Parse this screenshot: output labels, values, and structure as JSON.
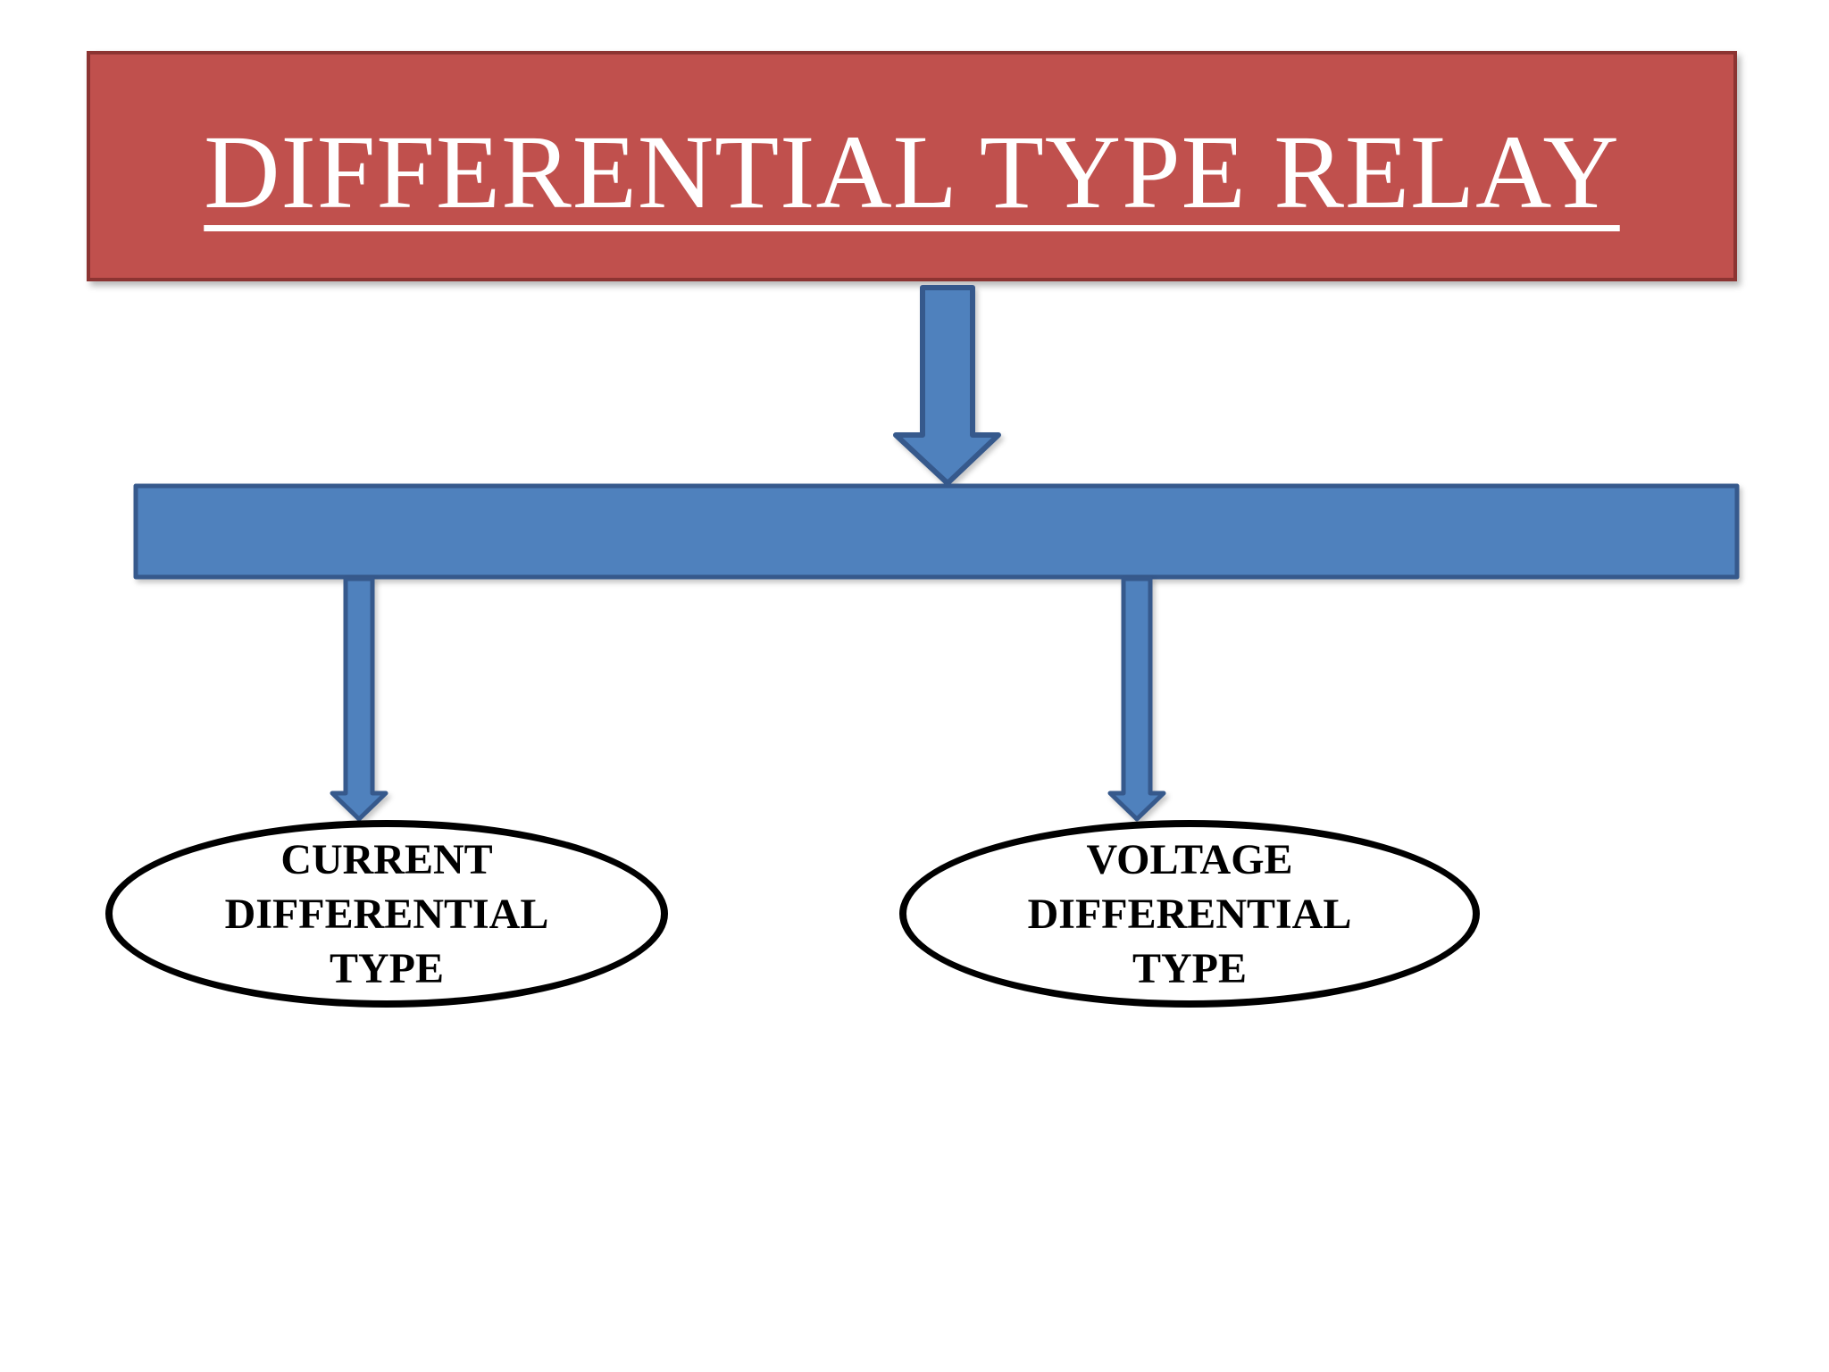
{
  "canvas": {
    "background": "#ffffff"
  },
  "colors": {
    "canvas_bg": "#ffffff",
    "title_box_fill": "#c0504d",
    "title_box_border": "#8c3432",
    "title_text": "#ffffff",
    "connector_fill": "#4f81bd",
    "connector_border": "#36598c",
    "node_fill": "#ffffff",
    "node_border": "#000000",
    "node_text": "#000000"
  },
  "title": {
    "label": "DIFFERENTIAL TYPE RELAY"
  },
  "connectors": [
    {
      "name": "main-down-arrow",
      "direction": "down"
    },
    {
      "name": "branch-bar"
    },
    {
      "name": "left-down-arrow",
      "direction": "down"
    },
    {
      "name": "right-down-arrow",
      "direction": "down"
    }
  ],
  "nodes": [
    {
      "label": "CURRENT DIFFERENTIAL TYPE",
      "lines": [
        "CURRENT",
        "DIFFERENTIAL",
        "TYPE"
      ]
    },
    {
      "label": "VOLTAGE DIFFERENTIAL TYPE",
      "lines": [
        "VOLTAGE",
        "DIFFERENTIAL",
        "TYPE"
      ]
    }
  ]
}
